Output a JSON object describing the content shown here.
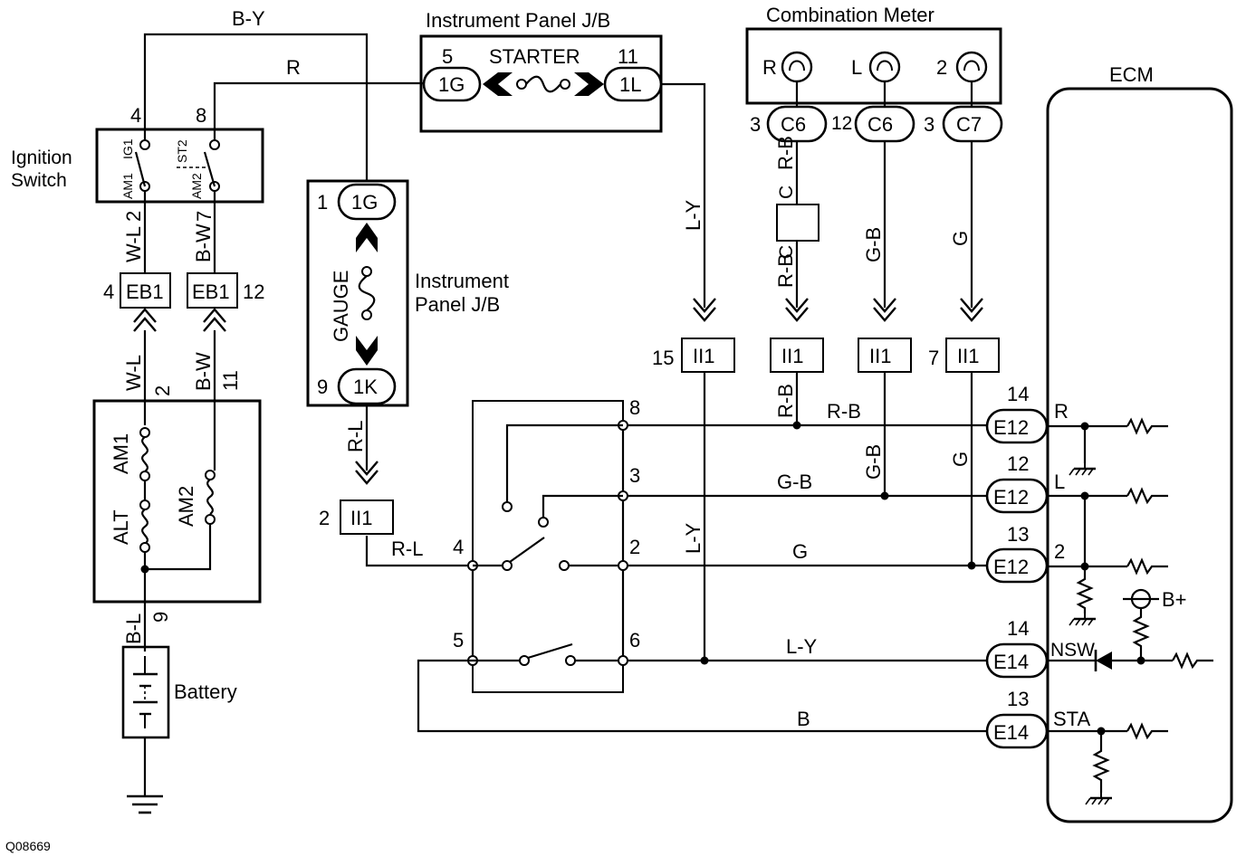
{
  "wire_colors": {
    "b_y": "B-Y",
    "r": "R",
    "l_y": "L-Y",
    "r_b": "R-B",
    "g_b": "G-B",
    "g": "G",
    "w_l": "W-L",
    "b_w": "B-W",
    "r_l": "R-L",
    "b_l": "B-L",
    "b": "B"
  },
  "instrument_panel_top": {
    "title": "Instrument Panel J/B",
    "fuse": "STARTER",
    "left_pin": "5",
    "left_conn": "1G",
    "right_pin": "11",
    "right_conn": "1L"
  },
  "combination_meter": {
    "title": "Combination Meter",
    "lamps": [
      {
        "label": "R",
        "pin": "3",
        "conn": "C6"
      },
      {
        "label": "L",
        "pin": "12",
        "conn": "C6"
      },
      {
        "label": "2",
        "pin": "3",
        "conn": "C7"
      }
    ],
    "c_marks": [
      "C",
      "C"
    ]
  },
  "ignition_switch": {
    "title_line1": "Ignition",
    "title_line2": "Switch",
    "terminals": [
      "IG1",
      "ST2",
      "AM1",
      "AM2"
    ],
    "top_pins": [
      "4",
      "8"
    ],
    "bottom_pins": [
      "2",
      "7"
    ]
  },
  "instrument_panel_gauge": {
    "title_line1": "Instrument",
    "title_line2": "Panel J/B",
    "fuse": "GAUGE",
    "top_pin": "1",
    "top_conn": "1G",
    "bottom_pin": "9",
    "bottom_conn": "1K"
  },
  "eb1": {
    "left_pin": "4",
    "right_pin": "12",
    "conn": "EB1",
    "pin_w_l": "2",
    "pin_b_w": "11"
  },
  "fusible_links": [
    "AM1",
    "ALT",
    "AM2"
  ],
  "battery": {
    "label": "Battery",
    "pin": "9"
  },
  "ii1": [
    {
      "pin": "2",
      "conn": "II1"
    },
    {
      "pin": "15",
      "conn": "II1"
    },
    {
      "pin": "",
      "conn": "II1"
    },
    {
      "pin": "",
      "conn": "II1"
    },
    {
      "pin": "7",
      "conn": "II1"
    }
  ],
  "park_neutral_switch": {
    "pins": [
      "8",
      "3",
      "4",
      "2",
      "5",
      "6"
    ]
  },
  "ecm": {
    "title": "ECM",
    "connectors": [
      {
        "pin": "14",
        "conn": "E12",
        "signal": "R"
      },
      {
        "pin": "12",
        "conn": "E12",
        "signal": "L"
      },
      {
        "pin": "13",
        "conn": "E12",
        "signal": "2"
      },
      {
        "pin": "14",
        "conn": "E14",
        "signal": "NSW"
      },
      {
        "pin": "13",
        "conn": "E14",
        "signal": "STA"
      }
    ],
    "supply": "B+"
  },
  "figure_id": "Q08669"
}
